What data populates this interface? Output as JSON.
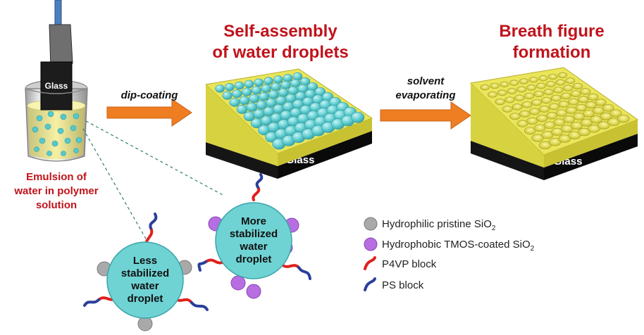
{
  "steps": {
    "assembly_title_1": "Self-assembly",
    "assembly_title_2": "of water droplets",
    "breath_title_1": "Breath figure",
    "breath_title_2": "formation"
  },
  "beaker": {
    "slide_label": "Glass",
    "caption_1": "Emulsion of",
    "caption_2": "water in polymer",
    "caption_3": "solution"
  },
  "arrows": {
    "dip_coating": "dip-coating",
    "solvent_1": "solvent",
    "solvent_2": "evaporating"
  },
  "substrates": {
    "assembly_glass": "Glass",
    "breath_glass": "Glass"
  },
  "droplets": {
    "less": [
      "Less",
      "stabilized",
      "water",
      "droplet"
    ],
    "more": [
      "More",
      "stabilized",
      "water",
      "droplet"
    ]
  },
  "legend": {
    "hydrophilic_prefix": "Hydrophilic pristine SiO",
    "hydrophilic_sub": "2",
    "hydrophobic_prefix": "Hydrophobic TMOS-coated SiO",
    "hydrophobic_sub": "2",
    "p4vp": "P4VP block",
    "ps": "PS block"
  },
  "colors": {
    "title_red": "#c0131b",
    "arrow_orange": "#ef7d22",
    "droplet_cyan": "#6fd3d4",
    "polymer_yellow": "#e8e44a",
    "hydrophilic_gray": "#a9a9a9",
    "hydrophobic_purple": "#b66ee0",
    "p4vp_red": "#e0201b",
    "ps_blue": "#2a3f9c"
  }
}
